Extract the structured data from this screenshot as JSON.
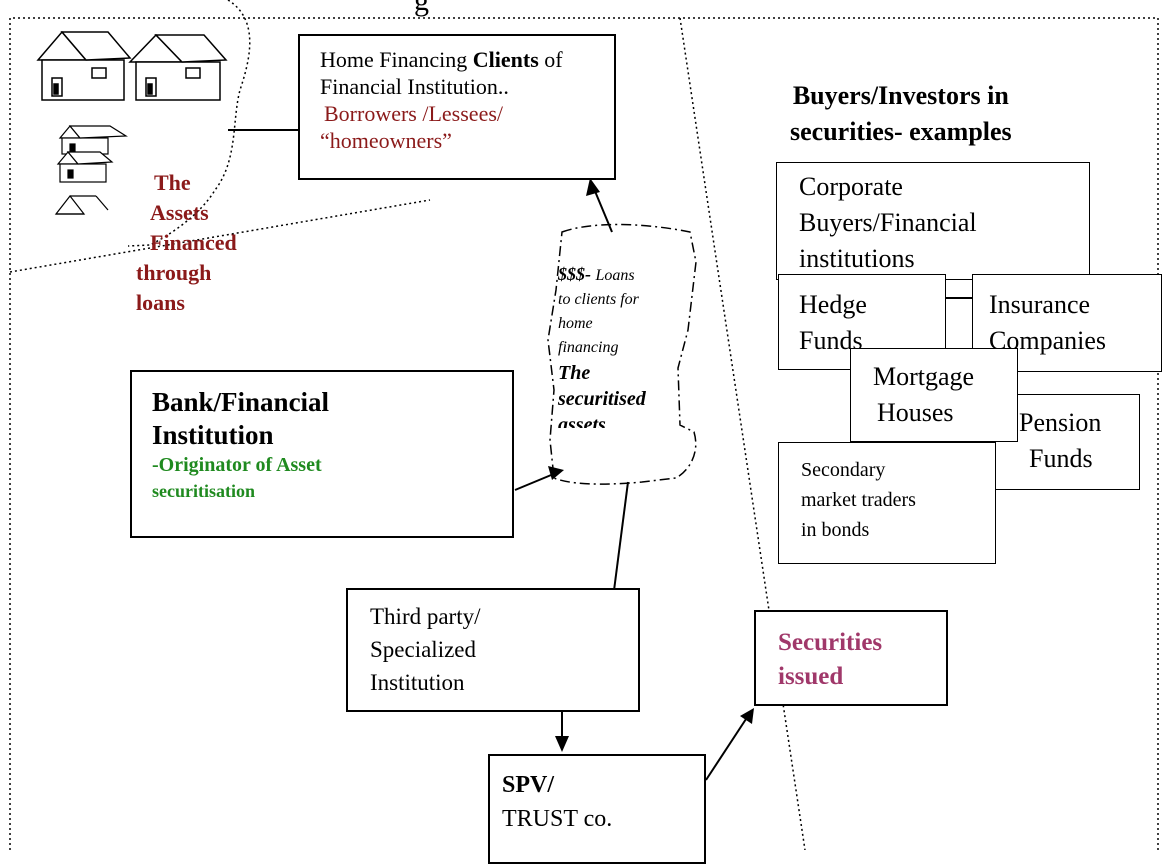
{
  "title_fragment": "g",
  "clients": {
    "line1": "Home Financing ",
    "line1_bold": "Clients",
    "line1_end": " of",
    "line2": "Financial Institution..",
    "line3": "Borrowers /Lessees/",
    "line4": "“homeowners”"
  },
  "assets_label": [
    "The",
    "Assets",
    "Financed",
    "through",
    "loans"
  ],
  "loans_cloud": {
    "prefix": "$$$-",
    "text1": "Loans",
    "text2": "to clients for",
    "text3": "home",
    "text4": "financing",
    "bold1": "The",
    "bold2": "securitised",
    "bold3": "assets"
  },
  "bank": {
    "line1": "Bank/Financial",
    "line2": "Institution",
    "line3": "-Originator of Asset",
    "line4": "securitisation"
  },
  "third_party": {
    "line1": "Third party/",
    "line2": "Specialized",
    "line3": "Institution"
  },
  "spv": {
    "line1": "SPV/",
    "line2": "TRUST co."
  },
  "securities": {
    "line1": "Securities",
    "line2": "issued"
  },
  "investors_heading": {
    "line1": "Buyers/Investors in",
    "line2": "securities- examples"
  },
  "investors": {
    "corporate": [
      "Corporate",
      "Buyers/Financial",
      "institutions"
    ],
    "hedge": [
      "Hedge",
      "Funds"
    ],
    "insurance": [
      "Insurance",
      "Companies"
    ],
    "mortgage": [
      "Mortgage",
      "Houses"
    ],
    "pension": [
      "Pension",
      "Funds"
    ],
    "secondary": [
      "Secondary",
      "market traders",
      "in bonds"
    ]
  }
}
